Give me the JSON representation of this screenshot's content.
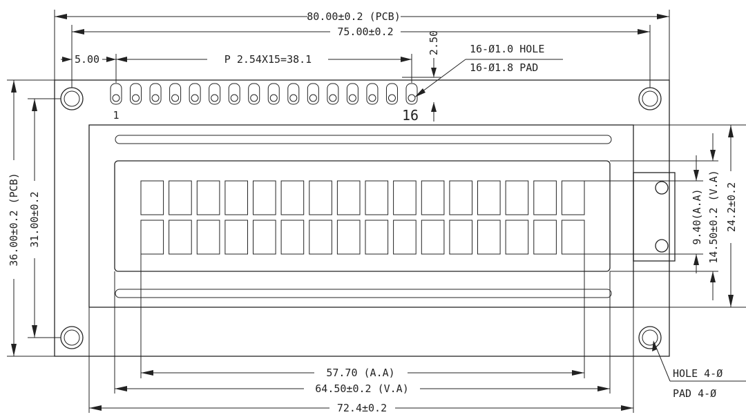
{
  "dims": {
    "pcb_width": "80.00±0.2 (PCB)",
    "hole_span": "75.00±0.2",
    "pin1_offset": "5.00",
    "pitch": "P 2.54X15=38.1",
    "pin_offset_v": "2.50",
    "hole_spec": "16-Ø1.0 HOLE",
    "pad_spec": "16-Ø1.8 PAD",
    "pin_first": "1",
    "pin_last": "16",
    "pcb_height": "36.00±0.2 (PCB)",
    "hole_span_v": "31.00±0.2",
    "aa_height": "9.40(A.A)",
    "va_height": "14.50±0.2 (V.A)",
    "bezel_height": "24.2±0.2",
    "aa_width": "57.70 (A.A)",
    "va_width": "64.50±0.2 (V.A)",
    "bezel_width": "72.4±0.2",
    "mount_hole": "HOLE 4-Ø",
    "mount_pad": "PAD  4-Ø"
  },
  "pins": {
    "count": 16
  },
  "chars": {
    "columns": 16,
    "rows": 2
  }
}
